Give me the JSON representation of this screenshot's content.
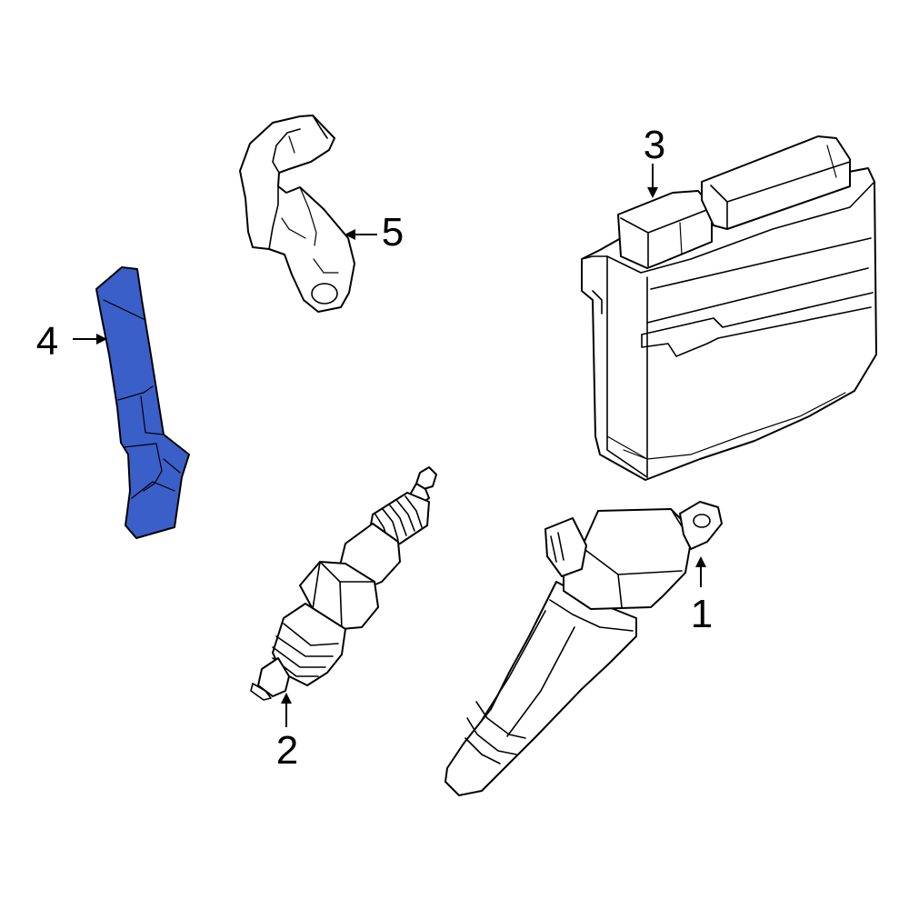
{
  "callouts": {
    "c1": "1",
    "c2": "2",
    "c3": "3",
    "c4": "4",
    "c5": "5"
  },
  "parts": {
    "ignition_coil": {
      "callout": "1",
      "icon": "ignition-coil-icon"
    },
    "spark_plug": {
      "callout": "2",
      "icon": "spark-plug-icon"
    },
    "control_module": {
      "callout": "3",
      "icon": "control-module-icon"
    },
    "bracket_highlighted": {
      "callout": "4",
      "icon": "bracket-icon"
    },
    "mount_bracket": {
      "callout": "5",
      "icon": "mount-bracket-icon"
    }
  },
  "colors": {
    "highlight_fill": "#3a5fc8",
    "line": "#000000",
    "background": "#ffffff"
  }
}
